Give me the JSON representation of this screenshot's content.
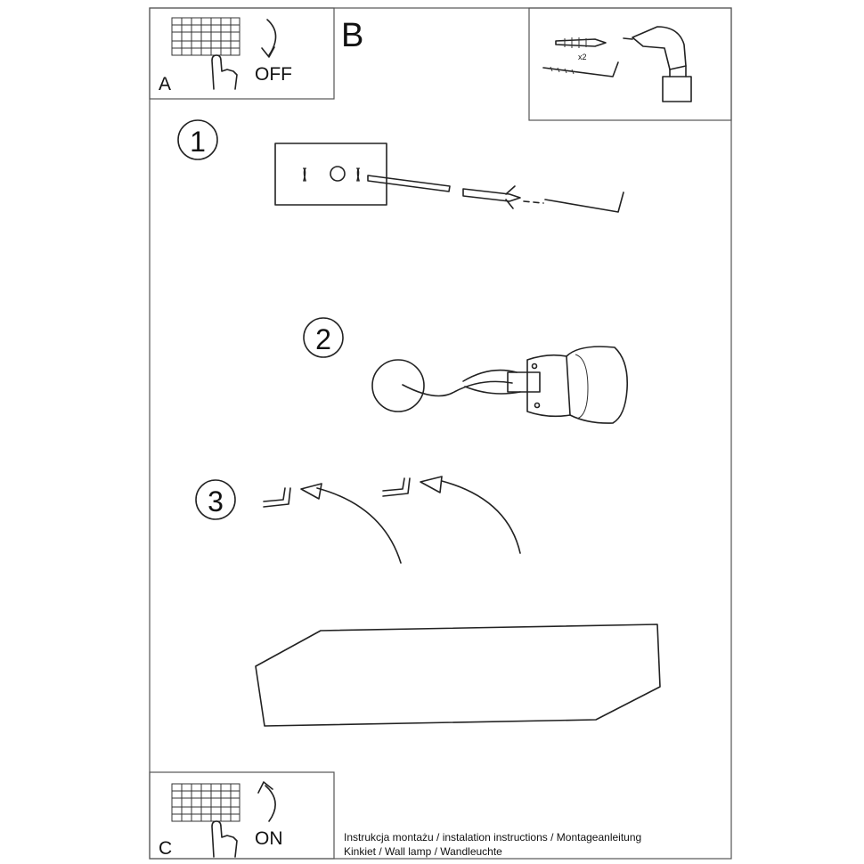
{
  "panel_a": {
    "letter": "A",
    "action": "OFF"
  },
  "panel_b": {
    "letter": "B",
    "quantity": "x2"
  },
  "panel_c": {
    "letter": "C",
    "action": "ON"
  },
  "steps": [
    "1",
    "2",
    "3"
  ],
  "footer": {
    "line1": "Instrukcja montażu / instalation instructions / Montageanleitung",
    "line2": "Kinkiet / Wall lamp / Wandleuchte"
  }
}
